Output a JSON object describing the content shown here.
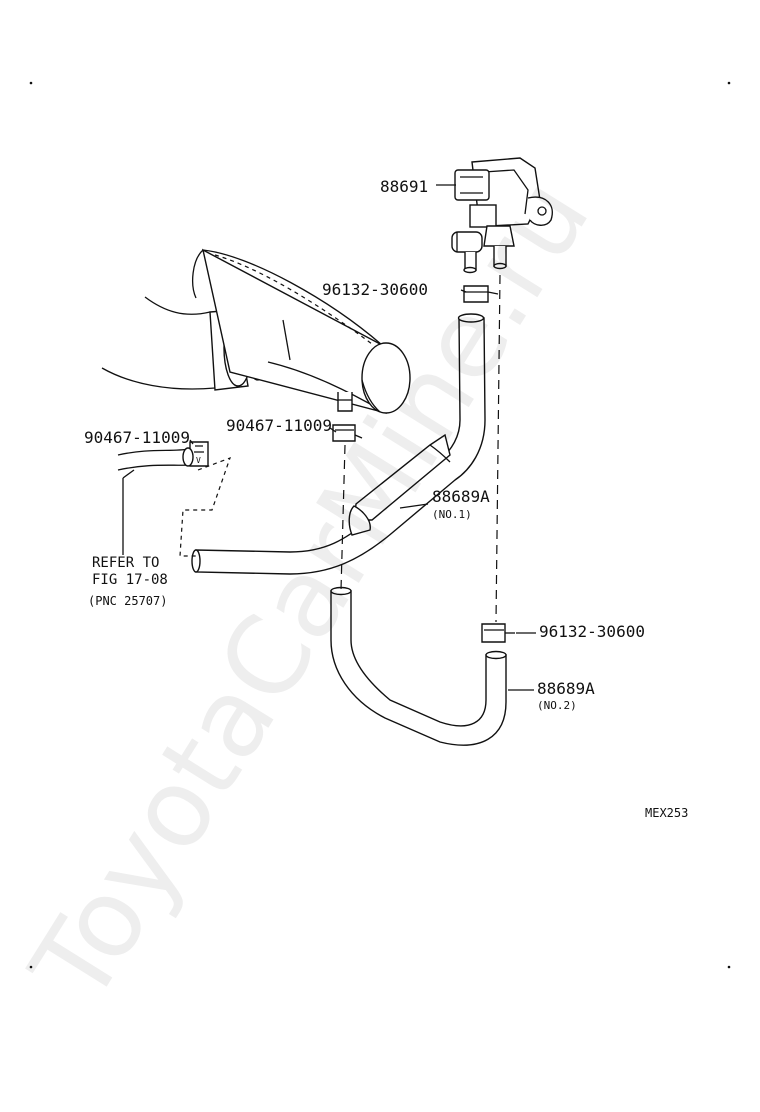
{
  "labels": {
    "vsv": "88691",
    "clip_top": "96132-30600",
    "clip_mid": "90467-11009",
    "clip_left": "90467-11009",
    "hose1": "88689A",
    "hose1_sub": "(NO.1)",
    "clip_bottom": "96132-30600",
    "hose2": "88689A",
    "hose2_sub": "(NO.2)",
    "refer_line1": "REFER TO",
    "refer_line2": "FIG 17-08",
    "refer_line3": "(PNC 25707)",
    "figure_code": "MEX253"
  },
  "watermark": "ToyotaCarMine.ru"
}
